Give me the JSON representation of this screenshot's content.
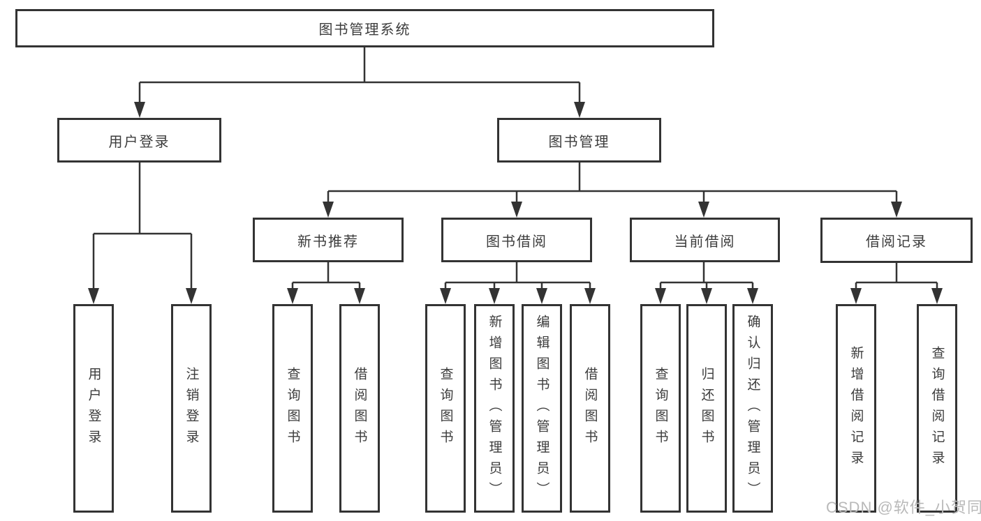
{
  "diagram_title": "图书管理系统",
  "watermark": "CSDN @软件_小贺同学",
  "colors": {
    "line": "#333333",
    "box_border": "#333333",
    "text": "#3c3c3c",
    "watermark": "#b9b9b9",
    "background": "#ffffff"
  },
  "nodes": {
    "root": {
      "label": "图书管理系统"
    },
    "user_login": {
      "label": "用户登录"
    },
    "book_management": {
      "label": "图书管理"
    },
    "new_book_recommend": {
      "label": "新书推荐"
    },
    "book_borrowing": {
      "label": "图书借阅"
    },
    "current_borrowing": {
      "label": "当前借阅"
    },
    "borrowing_records": {
      "label": "借阅记录"
    },
    "leaf_user_login": {
      "label": "用户登录"
    },
    "leaf_logout": {
      "label": "注销登录"
    },
    "leaf_query_books_recommend": {
      "label": "查询图书"
    },
    "leaf_borrow_books_recommend": {
      "label": "借阅图书"
    },
    "leaf_query_books_borrowing": {
      "label": "查询图书"
    },
    "leaf_add_books_admin": {
      "label": "新增图书（管理员）"
    },
    "leaf_edit_books_admin": {
      "label": "编辑图书（管理员）"
    },
    "leaf_borrow_books_borrowing": {
      "label": "借阅图书"
    },
    "leaf_query_books_current": {
      "label": "查询图书"
    },
    "leaf_return_books": {
      "label": "归还图书"
    },
    "leaf_confirm_return_admin": {
      "label": "确认归还（管理员）"
    },
    "leaf_add_borrow_record": {
      "label": "新增借阅记录"
    },
    "leaf_query_borrow_record": {
      "label": "查询借阅记录"
    }
  }
}
